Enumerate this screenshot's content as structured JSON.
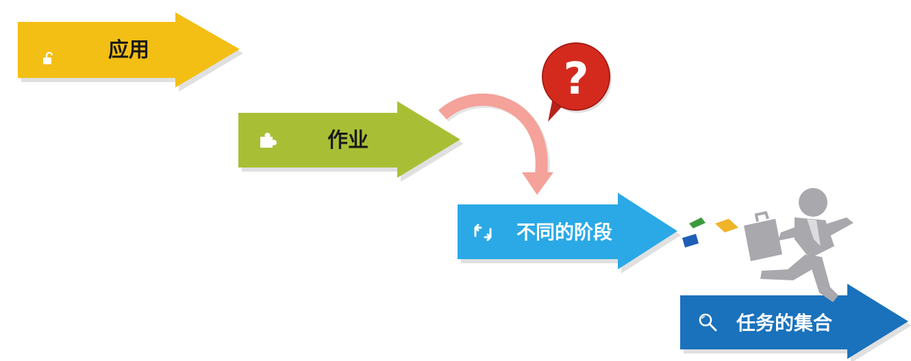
{
  "steps": [
    {
      "label": "应用",
      "icon": "unlock-icon",
      "color": "#f4bf14"
    },
    {
      "label": "作业",
      "icon": "puzzle-piece-icon",
      "color": "#a8bf35"
    },
    {
      "label": "不同的阶段",
      "icon": "swap-arrows-icon",
      "color": "#2aa9e6"
    },
    {
      "label": "任务的集合",
      "icon": "search-icon",
      "color": "#1a72bc"
    }
  ],
  "decorations": {
    "question_bubble": {
      "text": "?",
      "icon": "question-bubble-icon",
      "color": "#d42a1e"
    },
    "curved_arrow": {
      "icon": "curved-arrow-icon",
      "color": "#f4a29a"
    },
    "runner": {
      "icon": "running-businessman-icon",
      "color": "#a8a8ad"
    },
    "papers": {
      "icon": "flying-papers-icon",
      "colors": [
        "#3c9a3c",
        "#1e5fb5",
        "#f0b428"
      ]
    }
  }
}
